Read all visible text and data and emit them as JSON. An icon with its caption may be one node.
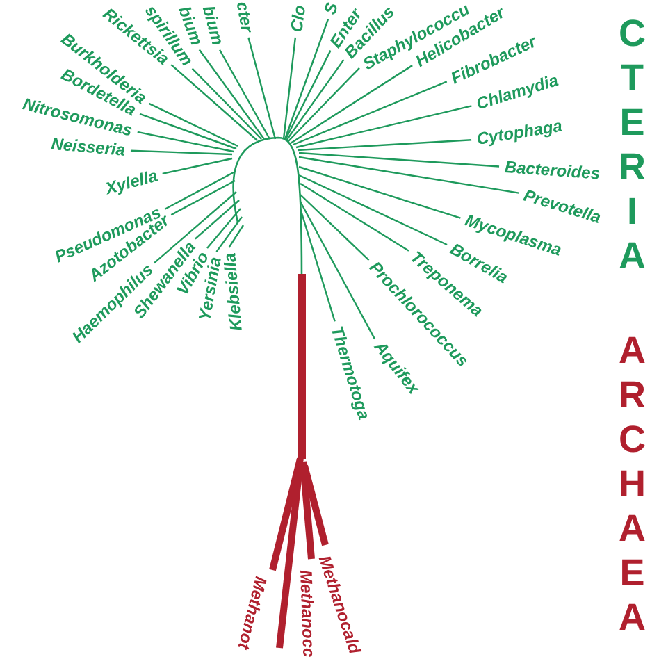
{
  "diagram": {
    "labels": [
      "spirillum",
      "bium",
      "bium",
      "cter",
      "Clo",
      "S",
      "CTERIA",
      "Rickettsia",
      "Enter",
      "Bacillus",
      "Staphylococcu",
      "Burkholderia",
      "Helicobacter",
      "Fibrobacter",
      "Bordetella",
      "Nitrosomonas",
      "Chlamydia",
      "Neisseria",
      "Cytophaga",
      "Bacteroides",
      "Xylella",
      "Prevotella",
      "Pseudomonas",
      "Mycoplasma",
      "Azotobacter",
      "Haemophilus",
      "Shewanella",
      "Vibrio",
      "Yersinia",
      "Klebsiella",
      "Prochlorococcus",
      "Treponema",
      "Borrelia",
      "Thermotoga",
      "Aquifex",
      "ARCHAEA",
      "Methanot",
      "Methanocc",
      "Methanocald"
    ]
  }
}
